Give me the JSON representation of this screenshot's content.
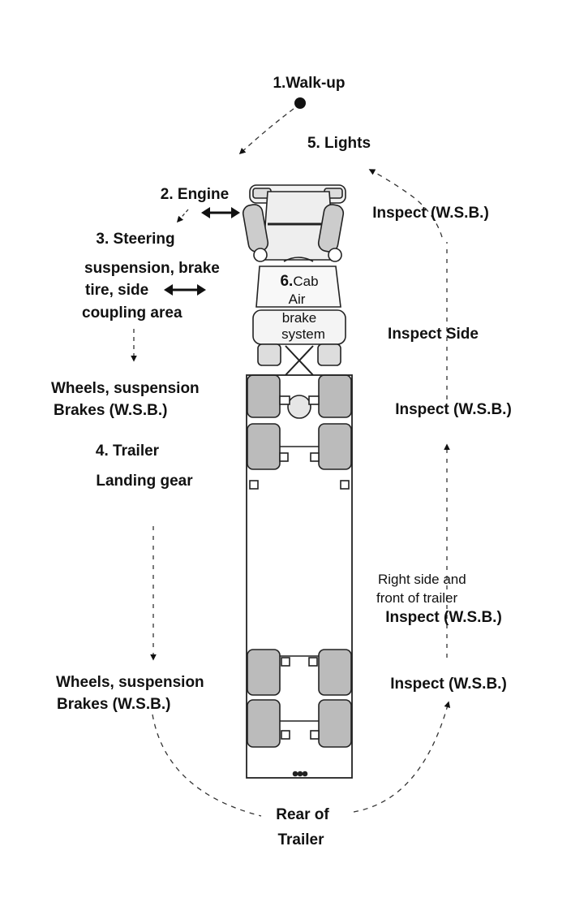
{
  "labels": {
    "walk_up": "1.Walk-up",
    "lights": "5. Lights",
    "engine": "2. Engine",
    "inspect_wsb_top": "Inspect (W.S.B.)",
    "steering": "3. Steering",
    "steering_detail_1": "suspension, brake",
    "steering_detail_2": "tire, side",
    "steering_detail_3": "coupling area",
    "cab_number": "6.",
    "cab_word": "Cab",
    "cab_air": "Air",
    "cab_brake": "brake",
    "cab_system": "system",
    "inspect_side": "Inspect Side",
    "wheels_1": "Wheels, suspension",
    "brakes_1": "Brakes (W.S.B.)",
    "inspect_wsb_mid": "Inspect (W.S.B.)",
    "trailer": "4. Trailer",
    "landing_gear": "Landing gear",
    "right_side_1": "Right side and",
    "right_side_2": "front of trailer",
    "inspect_wsb_lower": "Inspect (W.S.B.)",
    "wheels_2": "Wheels, suspension",
    "brakes_2": "Brakes (W.S.B.)",
    "inspect_wsb_bottom": "Inspect (W.S.B.)",
    "rear_1": "Rear of",
    "rear_2": "Trailer"
  }
}
